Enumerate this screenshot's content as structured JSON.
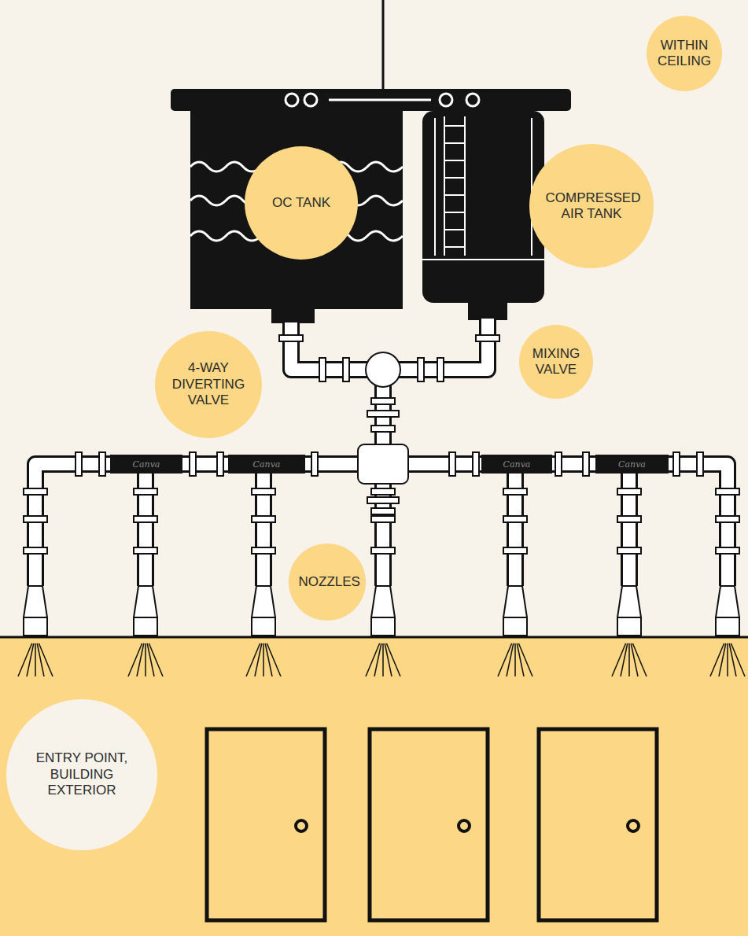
{
  "diagram": {
    "nodes": [
      {
        "text": [
          "WITHIN CEILING"
        ]
      },
      {
        "text": [
          "OC TANK"
        ]
      },
      {
        "text": [
          "COMPRESSED AIR TANK"
        ]
      },
      {
        "text": [
          "4-WAY DIVERTING VALVE"
        ]
      },
      {
        "text": [
          "MIXING VALVE"
        ]
      },
      {
        "text": [
          "NOZZLES"
        ]
      },
      {
        "text": [
          "ENTRY POINT, BUILDING EXTERIOR"
        ]
      }
    ],
    "labels": [
      "Canva",
      "Canva",
      "Canva",
      "Canva"
    ]
  }
}
